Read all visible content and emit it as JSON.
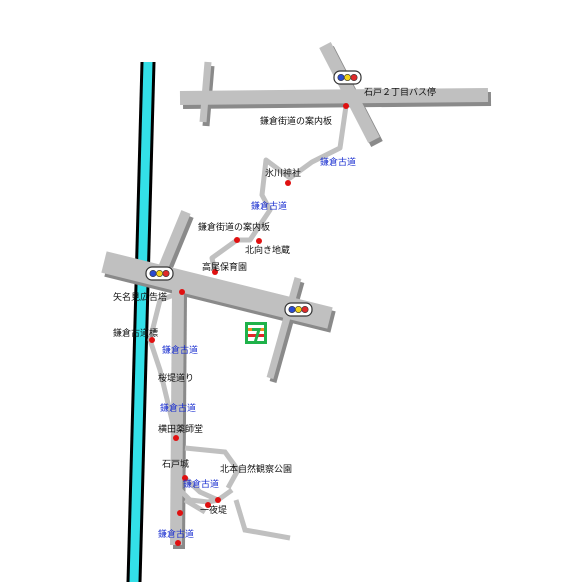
{
  "map": {
    "colors": {
      "road": "#c0c0c0",
      "road_shadow": "#8a8a8a",
      "river_fill": "#33e0e8",
      "river_edge": "#000000",
      "marker": "#e01010",
      "old_road_label": "#1a2fd0",
      "store_green": "#1fb24a",
      "store_orange": "#f28a1e",
      "store_red": "#e3262a"
    },
    "labels": {
      "bus_stop": "石戸２丁目バス停",
      "kamakura_sign_1": "鎌倉街道の案内板",
      "old_road_1": "鎌倉古道",
      "hikawa_shrine": "氷川神社",
      "old_road_2": "鎌倉古道",
      "kamakura_sign_2": "鎌倉街道の案内板",
      "kitamuki_jizo": "北向き地蔵",
      "takao_nursery": "高尾保育園",
      "billboard": "矢名見広告塔",
      "memorial": "鎌倉古道標",
      "old_road_3": "鎌倉古道",
      "sakura_tsutsumi": "桜堤道り",
      "old_road_4": "鎌倉古道",
      "yakushido": "横田薬師堂",
      "ishido_castle": "石戸城",
      "nature_park": "北本自然観察公園",
      "old_road_5": "鎌倉古道",
      "ichiyazutsumi": "一夜堤",
      "old_road_6": "鎌倉古道"
    },
    "icons": {
      "traffic_light": "traffic-light-icon",
      "convenience_store": "seven-eleven-icon",
      "poi": "red-dot-icon"
    }
  }
}
